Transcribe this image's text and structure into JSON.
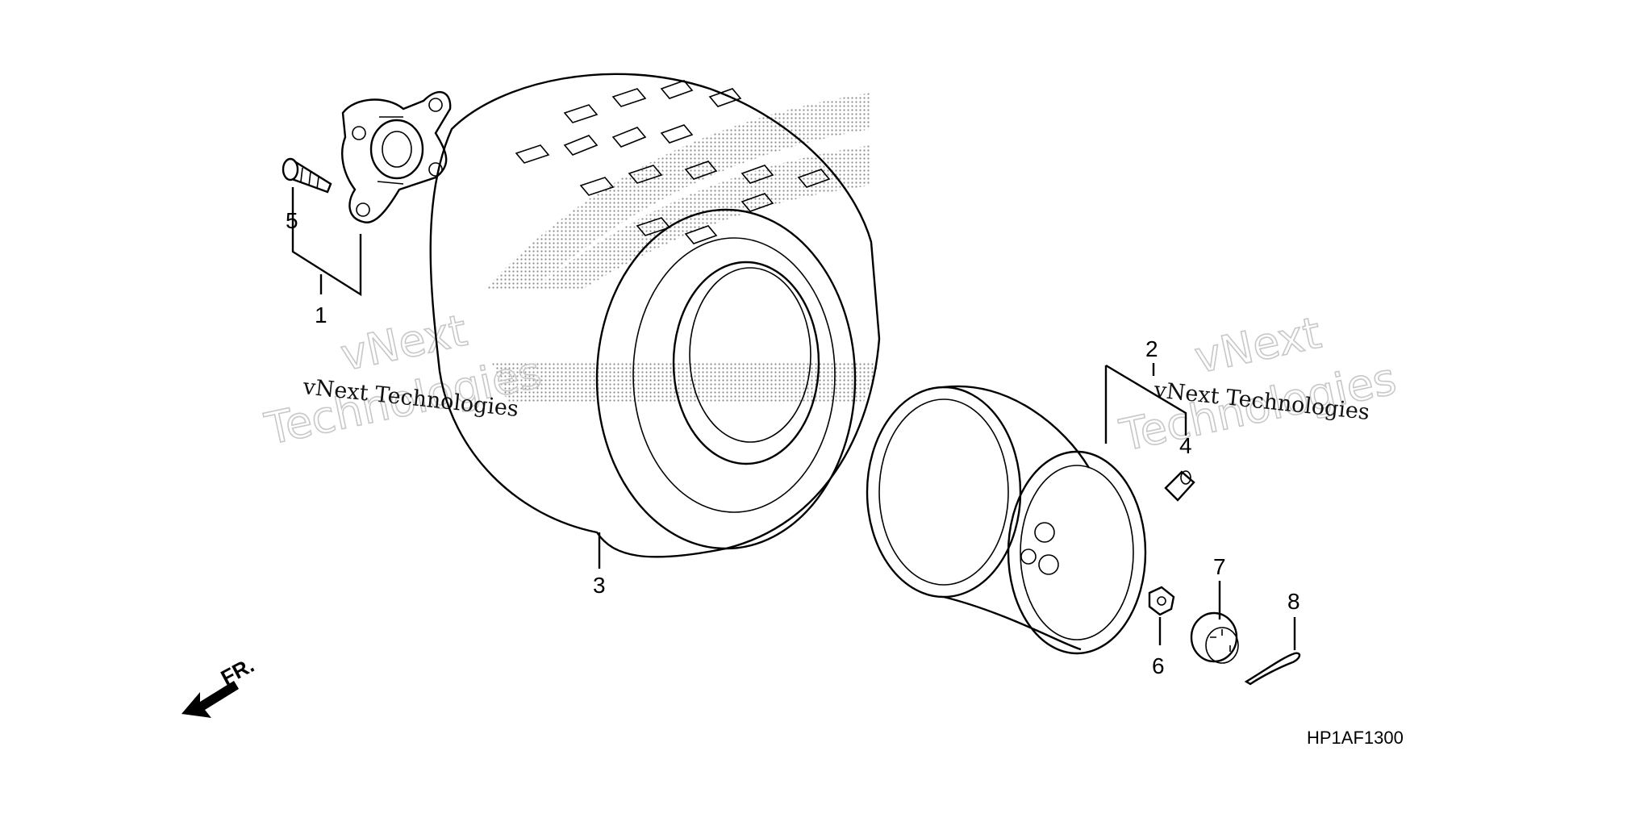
{
  "diagram": {
    "callouts": [
      "1",
      "2",
      "3",
      "4",
      "5",
      "6",
      "7",
      "8"
    ],
    "drawing_code": "HP1AF1300",
    "front_marker": "FR.",
    "watermark": {
      "outline_line1": "vNext",
      "outline_line2": "Technologies",
      "caption": "vNext Technologies"
    },
    "parts": [
      "hub",
      "flange-bolt",
      "tire",
      "rim",
      "valve",
      "nut",
      "castle-nut",
      "cotter-pin"
    ]
  }
}
